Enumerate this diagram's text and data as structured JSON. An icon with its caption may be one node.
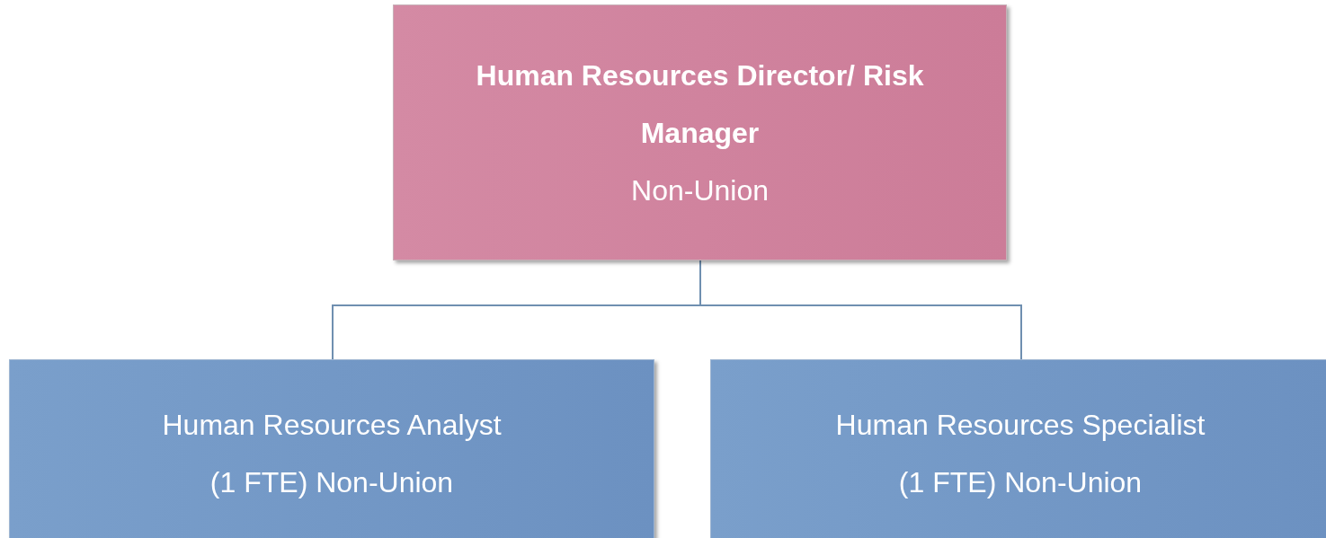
{
  "diagram": {
    "nodes": [
      {
        "text": [
          "Human Resources Director/ Risk Manager",
          "Non-Union"
        ]
      },
      {
        "text": [
          "Human Resources Analyst",
          "(1 FTE) Non-Union"
        ]
      },
      {
        "text": [
          "Human Resources Specialist",
          "(1 FTE) Non-Union"
        ]
      }
    ],
    "edges": [
      {
        "from": 0,
        "to": 1,
        "arrow": "none"
      },
      {
        "from": 0,
        "to": 2,
        "arrow": "none"
      }
    ]
  }
}
